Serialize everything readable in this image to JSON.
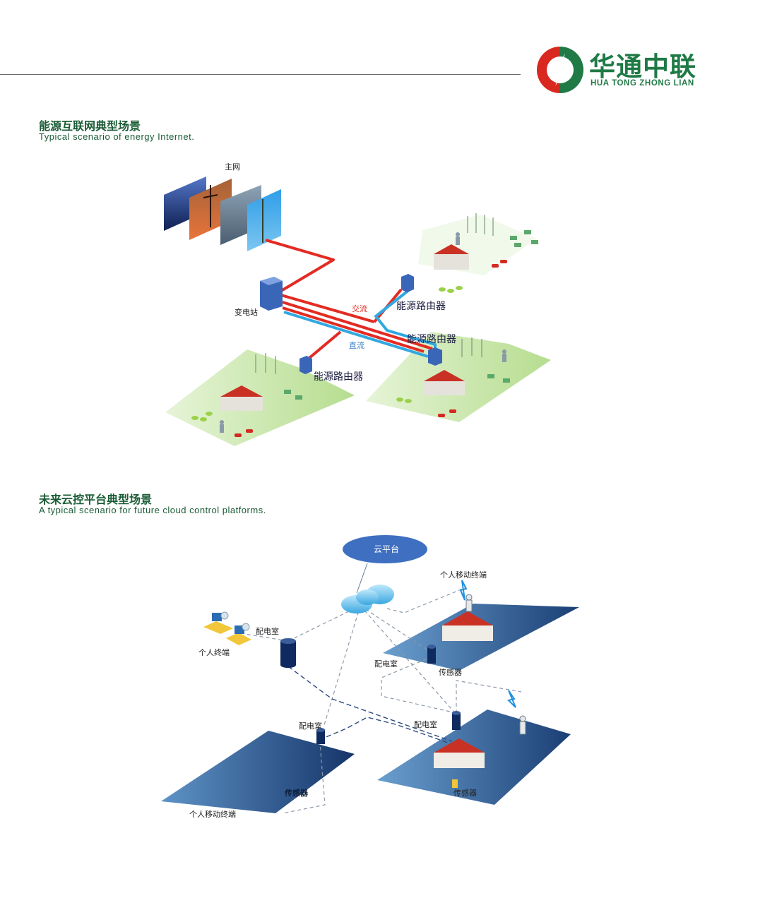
{
  "brand": {
    "name_cn": "华通中联",
    "name_en": "HUA TONG ZHONG LIAN"
  },
  "section1": {
    "title": "能源互联网典型场景",
    "subtitle": "Typical scenario of energy Internet.",
    "labels": {
      "main_grid": "主网",
      "substation": "变电站",
      "ac": "交流",
      "dc": "直流",
      "router": "能源路由器"
    }
  },
  "section2": {
    "title": "未来云控平台典型场景",
    "subtitle": "A typical scenario for future cloud control platforms.",
    "labels": {
      "cloud_platform": "云平台",
      "personal_mobile_terminal": "个人移动终端",
      "personal_terminal": "个人终端",
      "power_room": "配电室",
      "sensor": "传感器",
      "sensor_bold": "传感器"
    }
  },
  "colors": {
    "brand_green": "#1f7a45",
    "logo_red": "#d8281f",
    "ac_red": "#e32b23",
    "dc_blue": "#31a8e0",
    "panel_blue": "#2b6da3"
  }
}
